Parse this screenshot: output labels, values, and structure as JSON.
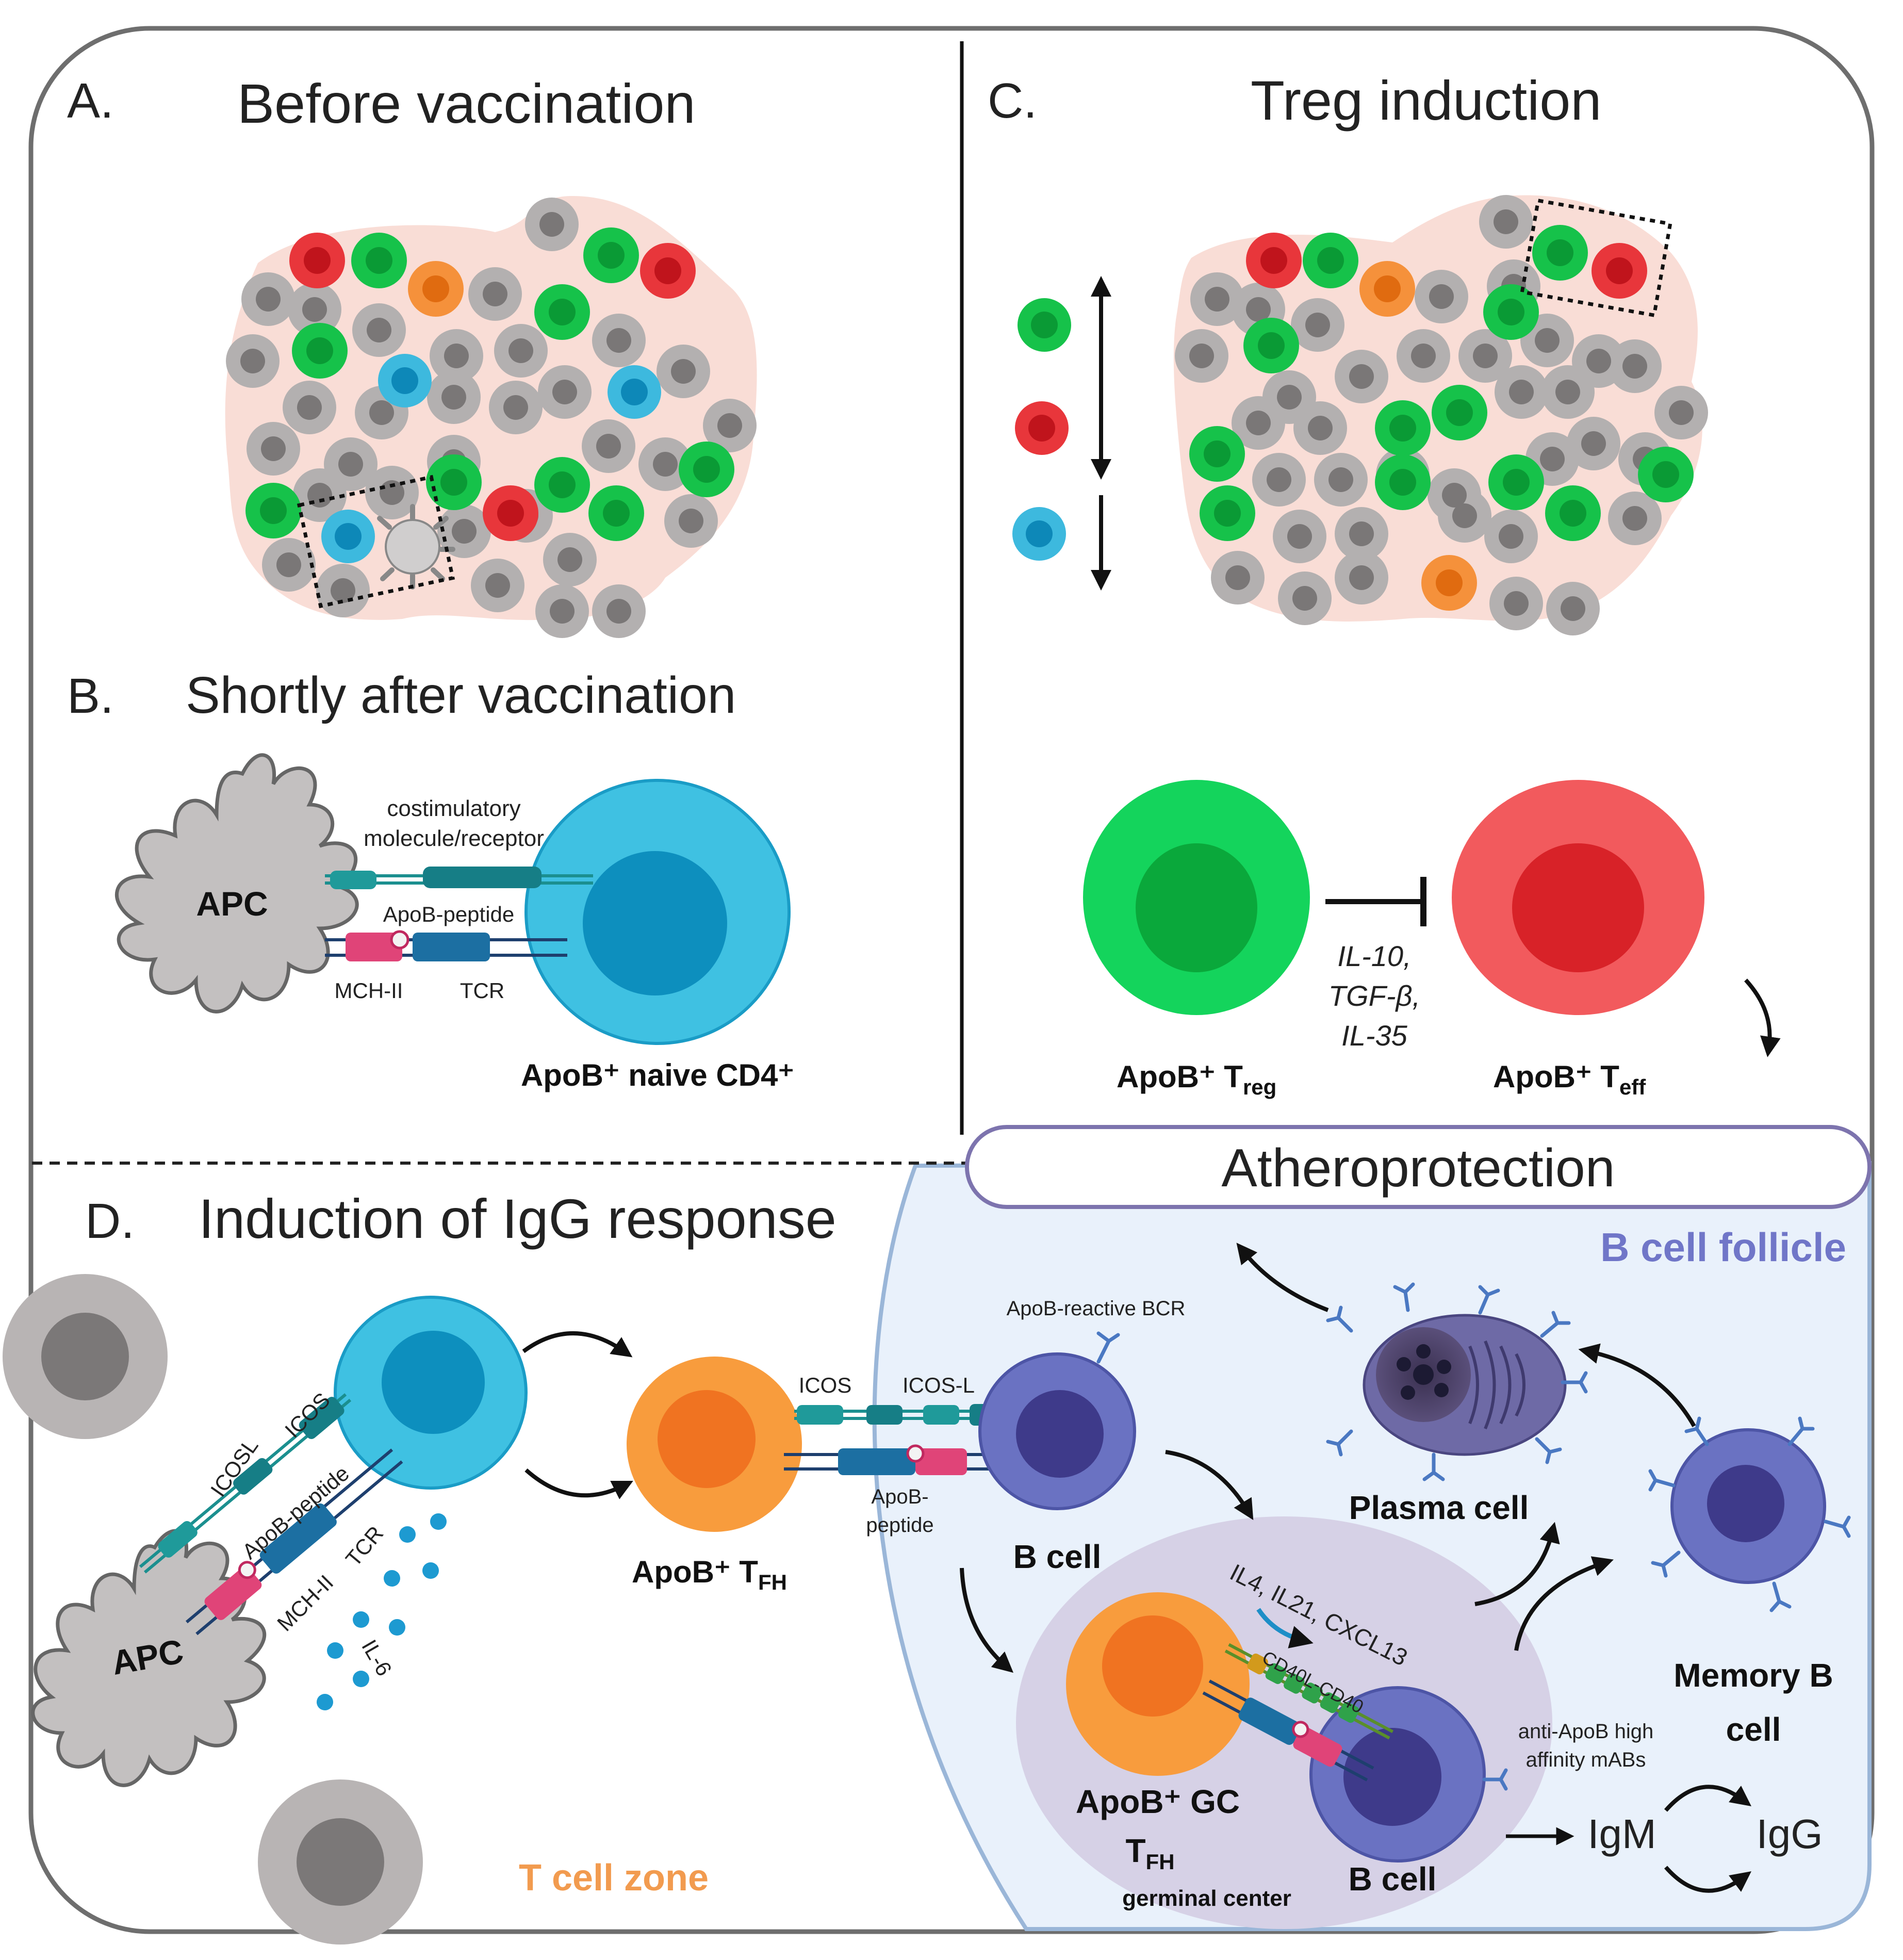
{
  "panels": {
    "a": {
      "letter": "A.",
      "title": "Before vaccination"
    },
    "b": {
      "letter": "B.",
      "title": "Shortly after vaccination"
    },
    "c": {
      "letter": "C.",
      "title": "Treg induction"
    },
    "d": {
      "letter": "D.",
      "title": "Induction of IgG response"
    }
  },
  "panel_b": {
    "apc": "APC",
    "costim_1": "costimulatory",
    "costim_2": "molecule/receptor",
    "peptide": "ApoB-peptide",
    "mhc": "MCH-II",
    "tcr": "TCR",
    "naive": "ApoB⁺ naive CD4⁺"
  },
  "panel_c": {
    "treg_main": "ApoB⁺ T",
    "treg_sub": "reg",
    "teff_main": "ApoB⁺ T",
    "teff_sub": "eff",
    "cytokines": [
      "IL-10,",
      "TGF-β,",
      "IL-35"
    ]
  },
  "atheroprotection": "Atheroprotection",
  "panel_d": {
    "follicle": "B cell follicle",
    "tcell_zone": "T cell zone",
    "apc": "APC",
    "icosl": "ICOSL",
    "icos": "ICOS",
    "peptide": "ApoB-peptide",
    "mhc": "MCH-II",
    "tcr": "TCR",
    "il6": "IL-6",
    "tfh_main": "ApoB⁺ T",
    "tfh_sub": "FH",
    "icos2": "ICOS",
    "icosl2": "ICOS-L",
    "bcr": "ApoB-reactive BCR",
    "apob_pep_1": "ApoB-",
    "apob_pep_2": "peptide",
    "bcell": "B cell",
    "plasma": "Plasma cell",
    "memory_1": "Memory B",
    "memory_2": "cell",
    "cytok": "IL4, IL21, CXCL13",
    "cd40": "CD40L-CD40",
    "antiapob_1": "anti-ApoB high",
    "antiapob_2": "affinity mABs",
    "gc_1": "ApoB⁺ GC",
    "gc_2_main": "T",
    "gc_2_sub": "FH",
    "germinal": "germinal center",
    "gc_bcell": "B cell",
    "igm": "IgM",
    "igg": "IgG"
  },
  "colors": {
    "green": "#16c24a",
    "red": "#e8363b",
    "orange": "#f5913b",
    "blue": "#3db9de",
    "gray": "#b3b0b0",
    "tissue": "#f9ddd6",
    "follicle": "#e8f1fb",
    "gc": "#d7d3e8",
    "bcell": "#6a72c2"
  }
}
